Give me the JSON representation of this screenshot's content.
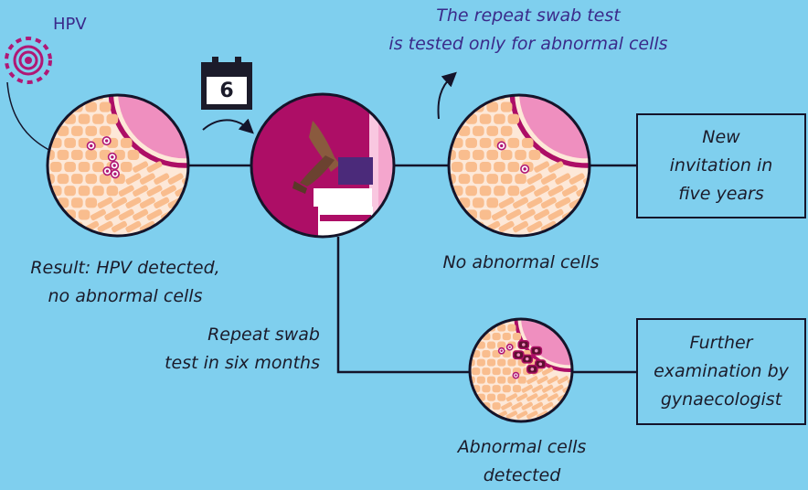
{
  "hpv_label": "HPV",
  "calendar_number": "6",
  "repeat_note": "The repeat swab test\nis tested only for abnormal cells",
  "result_label": "Result: HPV detected,\nno abnormal cells",
  "repeat_label": "Repeat swab\ntest in six months",
  "no_abnormal_label": "No abnormal cells",
  "abnormal_label": "Abnormal cells\ndetected",
  "box_new_invitation": "New\ninvitation in\nfive years",
  "box_further_exam": "Further\nexamination by\ngynaecologist",
  "colors": {
    "background": "#7fcfee",
    "cell": "#f9bd8e",
    "tissue": "#fde8d8",
    "magenta": "#ad0e66",
    "pink": "#ef8fbf",
    "virus": "#b01775",
    "abnormal_cell": "#5e1030",
    "line": "#14142a"
  }
}
